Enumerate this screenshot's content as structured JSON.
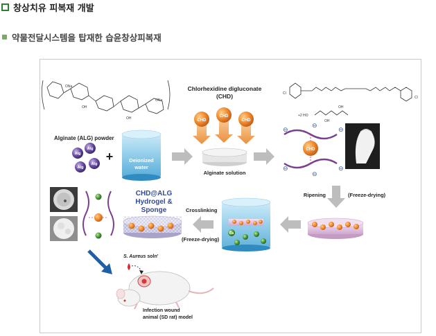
{
  "header": {
    "section_title": "창상치유 피복재 개발",
    "subsection_title": "약물전달시스템을 탑재한 습윤창상피복재"
  },
  "diagram": {
    "chd_title": "Chlorhexidine digluconate",
    "chd_abbr": "(CHD)",
    "alginate_powder_label": "Alginate (ALG) powder",
    "alg_bead": "Alg",
    "chd_bead": "CHD",
    "plus": "+",
    "deionized_label": "Deionized",
    "water_label": "water",
    "alginate_solution_label": "Alginate solution",
    "ripening_label": "Ripening",
    "freeze_drying_right": "(Freeze-drying)",
    "crosslinking_label": "Crosslinking",
    "freeze_drying_left": "(Freeze-drying)",
    "product_line1": "CHD@ALG",
    "product_line2": "Hydrogel &",
    "product_line3": "Sponge",
    "ca_label": "Ca",
    "saureus_italic": "S. Aureus",
    "saureus_rest": " soln'",
    "infection_line1": "Infection wound",
    "infection_line2": "animal (SD rat) model",
    "na_label": "ONa",
    "chem_formula": "+2 HO",
    "chem_oh": "OH",
    "chem_cl": "Cl",
    "minus": "⊖",
    "colors": {
      "accent_green": "#2e7d32",
      "chd_orange": "#f08a2c",
      "alg_purple": "#6a4ea3",
      "arrow_gray": "#bdbdbd",
      "water_blue": "#5fb7e2",
      "sponge_pink": "#e8c9e6"
    }
  }
}
